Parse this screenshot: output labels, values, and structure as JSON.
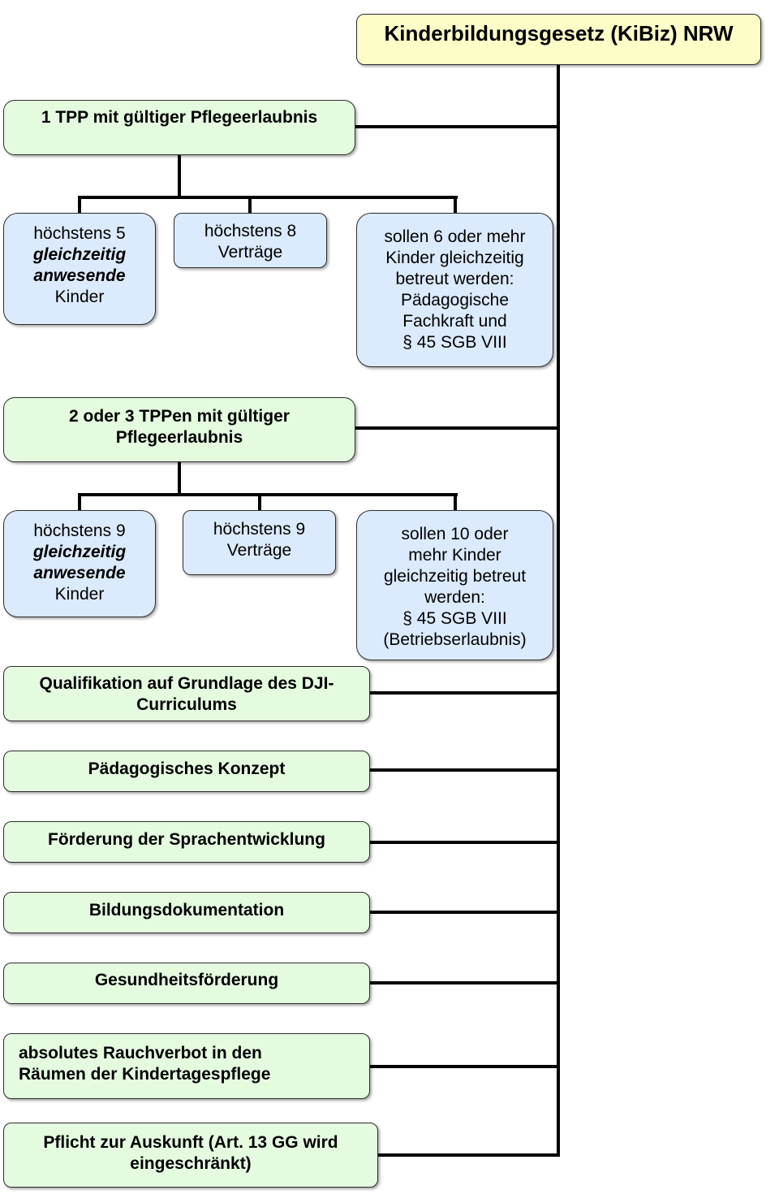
{
  "root": {
    "label": "Kinderbildungsgesetz (KiBiz) NRW"
  },
  "section1": {
    "header_line1": "1 TPP mit gültiger Pflegeerlaubnis",
    "box_a": {
      "line1": "höchstens 5",
      "line2": "gleichzeitig",
      "line3": "anwesende",
      "line4": "Kinder"
    },
    "box_b": {
      "line1": "höchstens 8",
      "line2": "Verträge"
    },
    "box_c": {
      "line1": "sollen 6 oder mehr",
      "line2": "Kinder gleichzeitig",
      "line3": "betreut werden:",
      "line4": "Pädagogische",
      "line5": "Fachkraft und",
      "line6": "§ 45 SGB VIII"
    }
  },
  "section2": {
    "header_line1": "2 oder 3 TPPen mit gültiger",
    "header_line2": "Pflegeerlaubnis",
    "box_a": {
      "line1": "höchstens 9",
      "line2": "gleichzeitig",
      "line3": "anwesende",
      "line4": "Kinder"
    },
    "box_b": {
      "line1": "höchstens 9",
      "line2": "Verträge"
    },
    "box_c": {
      "line1": "sollen 10 oder",
      "line2": "mehr Kinder",
      "line3": "gleichzeitig betreut",
      "line4": "werden:",
      "line5": "§ 45 SGB VIII",
      "line6": "(Betriebserlaubnis)"
    }
  },
  "items": [
    {
      "line1": "Qualifikation auf Grundlage des DJI-",
      "line2": "Curriculums"
    },
    {
      "line1": "Pädagogisches Konzept"
    },
    {
      "line1": "Förderung der Sprachentwicklung"
    },
    {
      "line1": "Bildungsdokumentation"
    },
    {
      "line1": "Gesundheitsförderung"
    },
    {
      "line1": "absolutes Rauchverbot in den",
      "line2": "Räumen der Kindertagespflege"
    },
    {
      "line1": "Pflicht zur Auskunft (Art. 13 GG wird",
      "line2": "eingeschränkt)"
    }
  ]
}
